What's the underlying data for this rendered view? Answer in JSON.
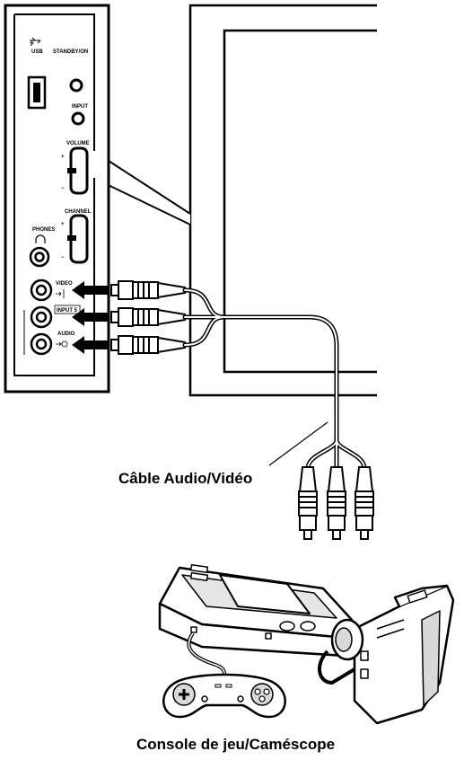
{
  "panel": {
    "usb_label": "USB",
    "standby_label": "STANDBY/ON",
    "input_label": "INPUT",
    "volume_label": "VOLUME",
    "channel_label": "CHANNEL",
    "phones_label": "PHONES",
    "video_label": "VIDEO",
    "input5_label": "INPUT 5",
    "audio_label": "AUDIO",
    "plus": "+",
    "minus": "−"
  },
  "captions": {
    "cable": "Câble Audio/Vidéo",
    "devices": "Console de jeu/Caméscope"
  },
  "colors": {
    "line": "#000000",
    "background": "#ffffff",
    "device_shade": "#d9d9d9"
  }
}
